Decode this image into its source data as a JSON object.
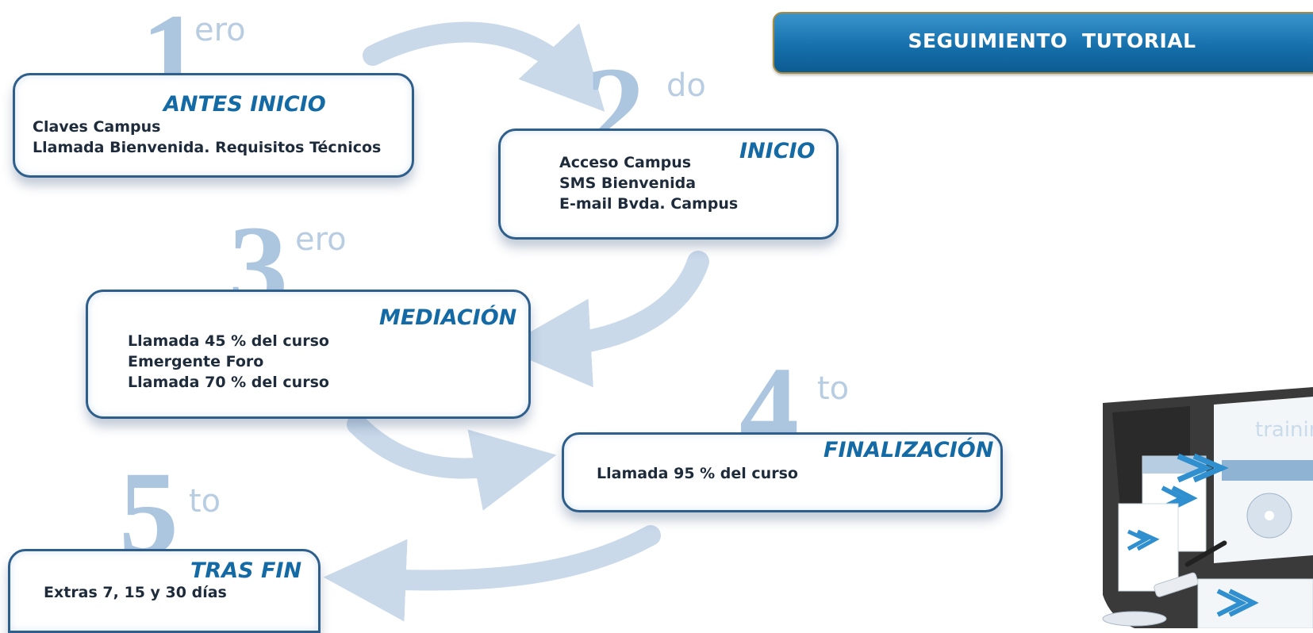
{
  "banner": {
    "title": "SEGUIMIENTO  TUTORIAL"
  },
  "stages": [
    {
      "number": "1",
      "ordinal": "ero",
      "title": "ANTES INICIO",
      "items": [
        "Claves Campus",
        "Llamada Bienvenida. Requisitos Técnicos"
      ]
    },
    {
      "number": "2",
      "ordinal": "do",
      "title": "INICIO",
      "items": [
        "Acceso Campus",
        "SMS Bienvenida",
        "E-mail Bvda. Campus"
      ]
    },
    {
      "number": "3",
      "ordinal": "ero",
      "title": "MEDIACIÓN",
      "items": [
        "Llamada 45 % del curso",
        "Emergente Foro",
        "Llamada 70 % del curso"
      ]
    },
    {
      "number": "4",
      "ordinal": "to",
      "title": "FINALIZACIÓN",
      "items": [
        "Llamada 95 % del curso"
      ]
    },
    {
      "number": "5",
      "ordinal": "to",
      "title": "TRAS FIN",
      "items": [
        "Extras 7, 15 y 30 días"
      ]
    }
  ],
  "product_image": {
    "label": "training"
  },
  "colors": {
    "arrow": "#c9d9ea",
    "border": "#2e5f8c",
    "title": "#136aa5",
    "banner": "#1670ac"
  }
}
